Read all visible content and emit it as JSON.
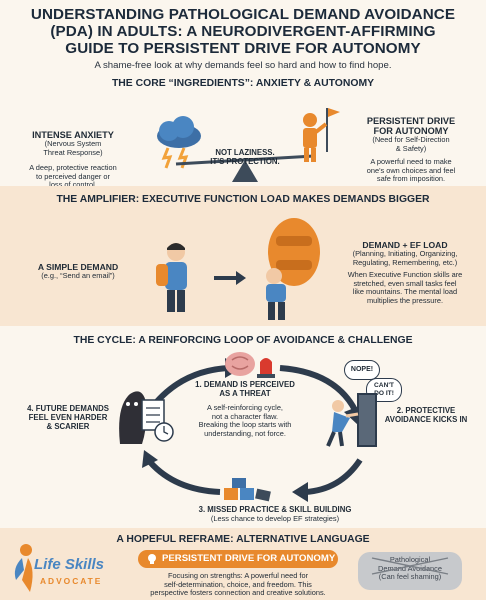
{
  "header": {
    "title_lines": [
      "UNDERSTANDING PATHOLOGICAL DEMAND AVOIDANCE",
      "(PDA) IN ADULTS: A NEURODIVERGENT-AFFIRMING",
      "GUIDE TO PERSISTENT DRIVE FOR AUTONOMY"
    ],
    "subtitle": "A shame-free look at why demands feel so hard and how to find hope."
  },
  "core": {
    "heading": "THE CORE “INGREDIENTS”: ANXIETY & AUTONOMY",
    "left_title": "INTENSE ANXIETY",
    "left_sub": [
      "(Nervous System",
      "Threat Response)"
    ],
    "left_desc": [
      "A deep, protective reaction",
      "to perceived danger or",
      "loss of control."
    ],
    "center": [
      "NOT LAZINESS.",
      "IT'S PROTECTION."
    ],
    "right_title": [
      "PERSISTENT DRIVE",
      "FOR AUTONOMY"
    ],
    "right_sub": [
      "(Need for Self-Direction",
      "& Safety)"
    ],
    "right_desc": [
      "A powerful need to make",
      "one's own choices and feel",
      "safe from imposition."
    ]
  },
  "amplifier": {
    "heading": "THE AMPLIFIER: EXECUTIVE FUNCTION LOAD MAKES DEMANDS BIGGER",
    "left_title": "A SIMPLE DEMAND",
    "left_sub": "(e.g., “Send an email”)",
    "right_title": "DEMAND + EF LOAD",
    "right_sub": [
      "(Planning, Initiating, Organizing,",
      "Regulating, Remembering, etc.)"
    ],
    "right_desc": [
      "When Executive Function skills are",
      "stretched, even small tasks feel",
      "like mountains. The mental load",
      "multiplies the pressure."
    ]
  },
  "cycle": {
    "heading": "THE CYCLE: A REINFORCING LOOP OF AVOIDANCE & CHALLENGE",
    "step1": [
      "1. DEMAND IS PERCEIVED",
      "AS A THREAT"
    ],
    "center_text": [
      "A self-reinforcing cycle,",
      "not a character flaw.",
      "Breaking the loop starts with",
      "understanding, not force."
    ],
    "step2": [
      "2. PROTECTIVE",
      "AVOIDANCE KICKS IN"
    ],
    "step3": "3. MISSED PRACTICE & SKILL BUILDING",
    "step3_sub": "(Less chance to develop EF strategies)",
    "step4": [
      "4. FUTURE DEMANDS",
      "FEEL EVEN HARDER",
      "& SCARIER"
    ],
    "bubble1": "NOPE!",
    "bubble2": [
      "CAN'T",
      "DO IT!"
    ]
  },
  "reframe": {
    "heading": "A HOPEFUL REFRAME: ALTERNATIVE LANGUAGE",
    "pill": "PERSISTENT DRIVE FOR AUTONOMY",
    "desc": [
      "Focusing on strengths: A powerful need for",
      "self-determination, choice, and freedom. This",
      "perspective fosters connection and creative solutions."
    ],
    "old_term": [
      "Pathological",
      "Demand Avoidance",
      "(Can feel shaming)"
    ]
  },
  "logo": {
    "line1": "Life Skills",
    "line2": "ADVOCATE"
  },
  "colors": {
    "orange": "#e8892d",
    "navy": "#1c2a3a",
    "band": "#f8e6d2",
    "blue": "#4a86c2"
  }
}
